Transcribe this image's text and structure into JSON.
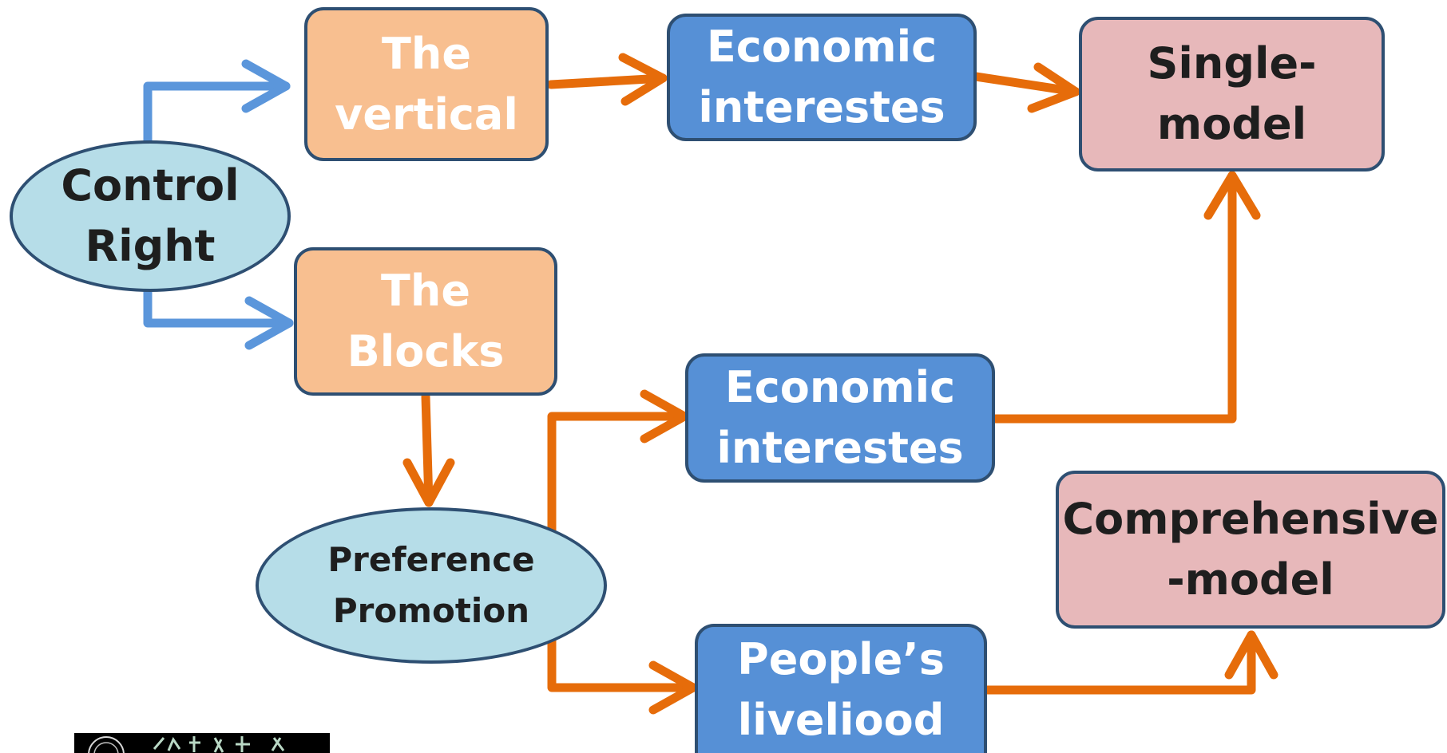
{
  "diagram": {
    "control_right": {
      "line1": "Control",
      "line2": "Right"
    },
    "vertical": {
      "line1": "The",
      "line2": "vertical"
    },
    "blocks": {
      "line1": "The",
      "line2": "Blocks"
    },
    "economic_top": {
      "line1": "Economic",
      "line2": "interestes"
    },
    "economic_mid": {
      "line1": "Economic",
      "line2": "interestes"
    },
    "single_model": {
      "line1": "Single-",
      "line2": "model"
    },
    "comprehensive_model": {
      "line1": "Comprehensive",
      "line2": "-model"
    },
    "preference_promotion": {
      "line1": "Preference",
      "line2": "Promotion"
    },
    "peoples_livelihood": {
      "line1": "People’s",
      "line2": "liveliood"
    }
  },
  "colors": {
    "blue_arrow": "#5b96db",
    "orange_arrow": "#e66c0a",
    "node_border": "#2e4f72",
    "orange_box": "#f8bf90",
    "blue_box": "#5690d6",
    "pink_box": "#e7b8ba",
    "light_blue_ellipse": "#b6dde8"
  },
  "logo": {
    "icon": "university-seal-logo"
  }
}
